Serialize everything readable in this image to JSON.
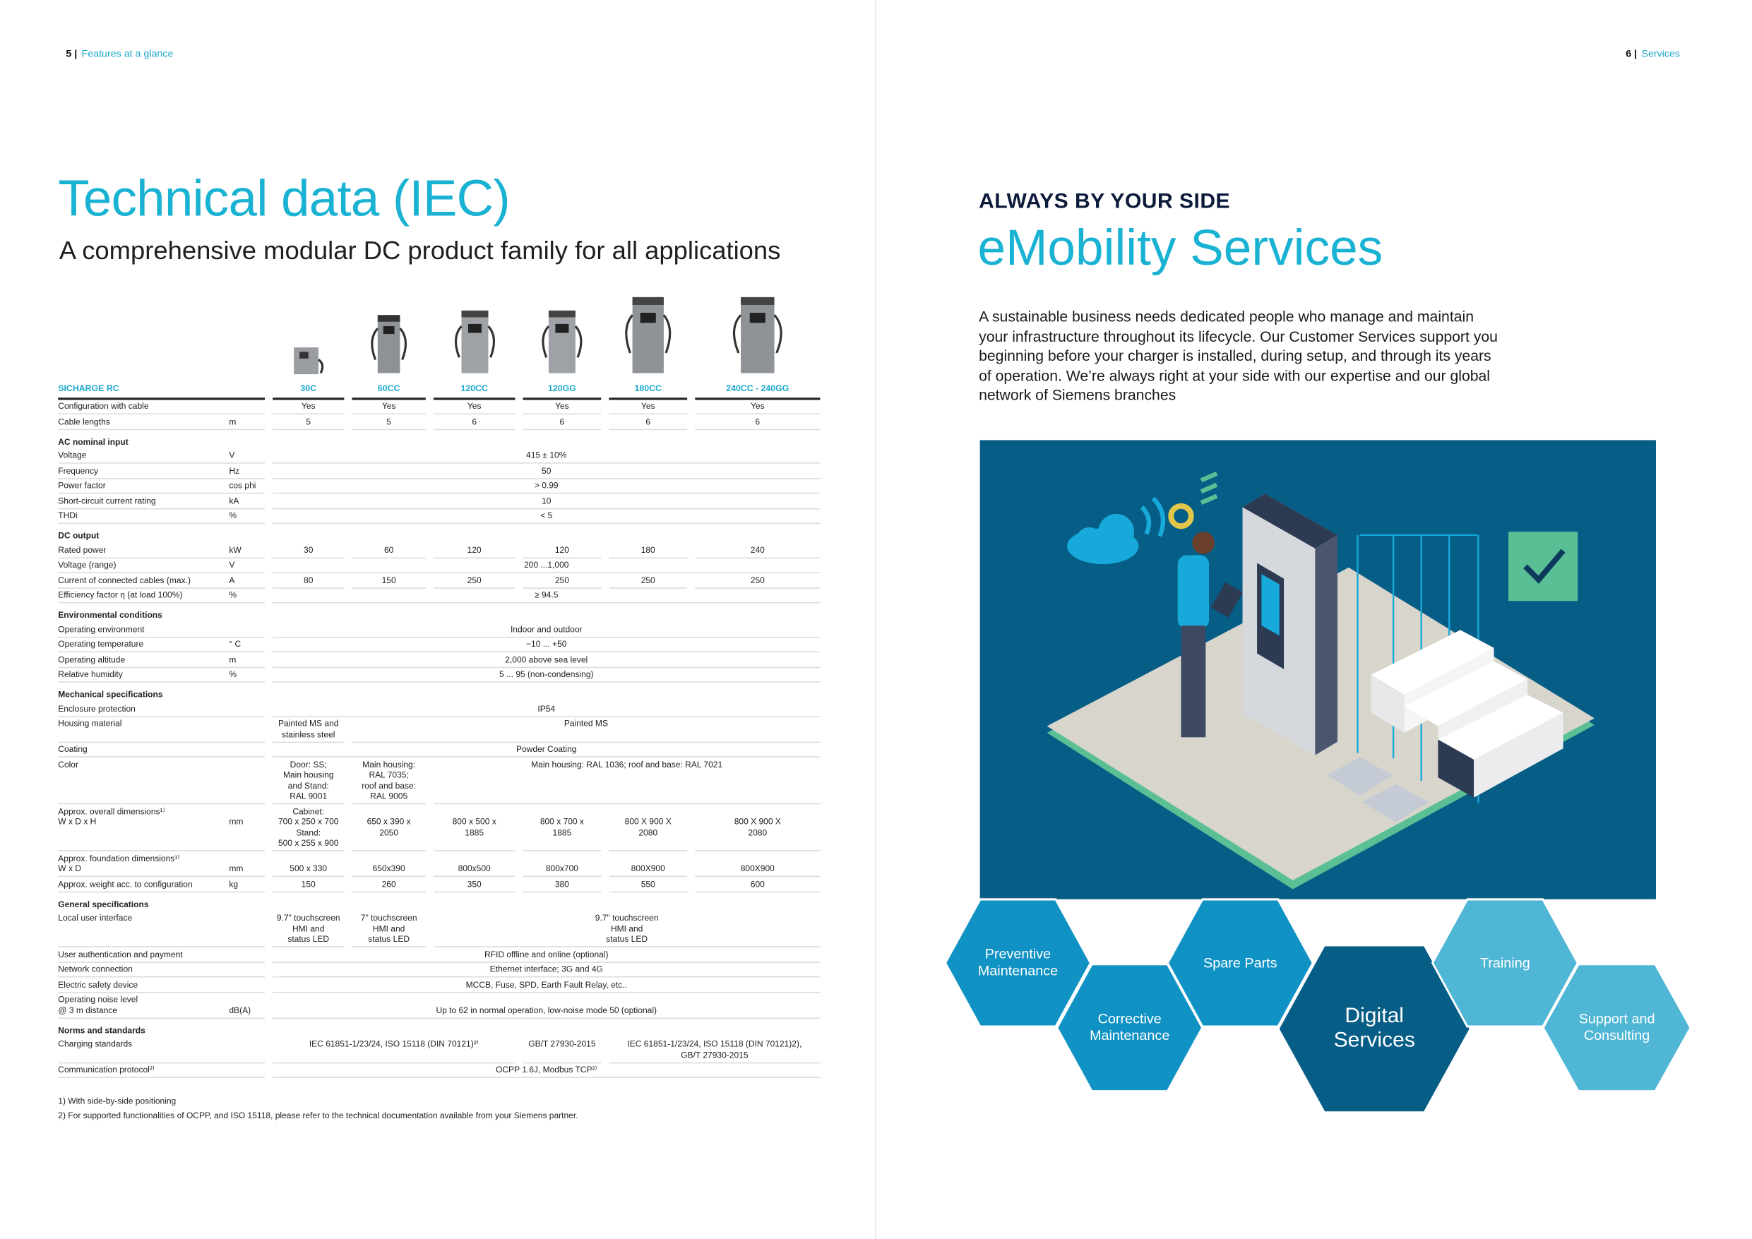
{
  "left_page": {
    "page_number": "5 |",
    "section": "Features at a glance",
    "title": "Technical data (IEC)",
    "subtitle": "A comprehensive modular DC product family for all applications",
    "table": {
      "product_line": "SICHARGE RC",
      "models": [
        "30C",
        "60CC",
        "120CC",
        "120GG",
        "180CC",
        "240CC - 240GG"
      ],
      "rows": [
        {
          "label": "Configuration with cable",
          "unit": "",
          "cells": [
            [
              "Yes",
              1
            ],
            [
              "Yes",
              1
            ],
            [
              "Yes",
              1
            ],
            [
              "Yes",
              1
            ],
            [
              "Yes",
              1
            ],
            [
              "Yes",
              1
            ]
          ]
        },
        {
          "label": "Cable lengths",
          "unit": "m",
          "cells": [
            [
              "5",
              1
            ],
            [
              "5",
              1
            ],
            [
              "6",
              1
            ],
            [
              "6",
              1
            ],
            [
              "6",
              1
            ],
            [
              "6",
              1
            ]
          ]
        },
        {
          "section": "AC nominal input"
        },
        {
          "label": "Voltage",
          "unit": "V",
          "cells": [
            [
              "415 ± 10%",
              6
            ]
          ]
        },
        {
          "label": "Frequency",
          "unit": "Hz",
          "cells": [
            [
              "50",
              6
            ]
          ]
        },
        {
          "label": "Power factor",
          "unit": "cos phi",
          "cells": [
            [
              "> 0.99",
              6
            ]
          ]
        },
        {
          "label": "Short-circuit current rating",
          "unit": "kA",
          "cells": [
            [
              "10",
              6
            ]
          ]
        },
        {
          "label": "THDi",
          "unit": "%",
          "cells": [
            [
              "< 5",
              6
            ]
          ]
        },
        {
          "section": "DC output"
        },
        {
          "label": "Rated power",
          "unit": "kW",
          "cells": [
            [
              "30",
              1
            ],
            [
              "60",
              1
            ],
            [
              "120",
              1
            ],
            [
              "120",
              1
            ],
            [
              "180",
              1
            ],
            [
              "240",
              1
            ]
          ]
        },
        {
          "label": "Voltage (range)",
          "unit": "V",
          "cells": [
            [
              "200 ...1,000",
              6
            ]
          ]
        },
        {
          "label": "Current of connected cables (max.)",
          "unit": "A",
          "cells": [
            [
              "80",
              1
            ],
            [
              "150",
              1
            ],
            [
              "250",
              1
            ],
            [
              "250",
              1
            ],
            [
              "250",
              1
            ],
            [
              "250",
              1
            ]
          ]
        },
        {
          "label": "Efficiency factor η (at load 100%)",
          "unit": "%",
          "cells": [
            [
              "≥ 94.5",
              6
            ]
          ]
        },
        {
          "section": "Environmental conditions"
        },
        {
          "label": "Operating environment",
          "unit": "",
          "cells": [
            [
              "Indoor and outdoor",
              6
            ]
          ]
        },
        {
          "label": "Operating temperature",
          "unit": "° C",
          "cells": [
            [
              "−10 ... +50",
              6
            ]
          ]
        },
        {
          "label": "Operating altitude",
          "unit": "m",
          "cells": [
            [
              "2,000 above sea level",
              6
            ]
          ]
        },
        {
          "label": "Relative humidity",
          "unit": "%",
          "cells": [
            [
              "5 ... 95 (non-condensing)",
              6
            ]
          ]
        },
        {
          "section": "Mechanical specifications"
        },
        {
          "label": "Enclosure protection",
          "unit": "",
          "cells": [
            [
              "IP54",
              6
            ]
          ]
        },
        {
          "label": "Housing material",
          "unit": "",
          "cells": [
            [
              "Painted MS and\nstainless steel",
              1
            ],
            [
              "Painted MS",
              5
            ]
          ]
        },
        {
          "label": "Coating",
          "unit": "",
          "cells": [
            [
              "Powder Coating",
              6
            ]
          ]
        },
        {
          "label": "Color",
          "unit": "",
          "cells": [
            [
              "Door: SS;\nMain housing\nand Stand:\nRAL 9001",
              1
            ],
            [
              "Main housing:\nRAL 7035;\nroof and base:\nRAL 9005",
              1
            ],
            [
              "Main housing: RAL 1036; roof and base: RAL 7021",
              4
            ]
          ]
        },
        {
          "label": "Approx. overall dimensions¹⁾\nW x D x H",
          "unit": "mm",
          "cells": [
            [
              "Cabinet:\n700 x 250 x 700\nStand:\n500 x 255 x 900",
              1
            ],
            [
              "\n650 x 390 x\n2050",
              1
            ],
            [
              "\n800 x 500 x\n1885",
              1
            ],
            [
              "\n800 x 700 x\n1885",
              1
            ],
            [
              "\n800 X 900 X\n2080",
              1
            ],
            [
              "\n800 X 900 X\n2080",
              1
            ]
          ]
        },
        {
          "label": "Approx. foundation dimensions¹⁾\nW x D",
          "unit": "mm",
          "cells": [
            [
              "\n500 x 330",
              1
            ],
            [
              "\n650x390",
              1
            ],
            [
              "\n800x500",
              1
            ],
            [
              "\n800x700",
              1
            ],
            [
              "\n800X900",
              1
            ],
            [
              "\n800X900",
              1
            ]
          ]
        },
        {
          "label": "Approx. weight acc. to configuration",
          "unit": "kg",
          "cells": [
            [
              "150",
              1
            ],
            [
              "260",
              1
            ],
            [
              "350",
              1
            ],
            [
              "380",
              1
            ],
            [
              "550",
              1
            ],
            [
              "600",
              1
            ]
          ]
        },
        {
          "section": "General specifications"
        },
        {
          "label": "Local user interface",
          "unit": "",
          "cells": [
            [
              "9.7\" touchscreen\nHMI and\nstatus LED",
              1
            ],
            [
              "7\" touchscreen\nHMI and\nstatus LED",
              1
            ],
            [
              "9.7\" touchscreen\nHMI and\nstatus LED",
              4
            ]
          ]
        },
        {
          "label": "User authentication and payment",
          "unit": "",
          "cells": [
            [
              "RFID offline and online (optional)",
              6
            ]
          ]
        },
        {
          "label": "Network connection",
          "unit": "",
          "cells": [
            [
              "Ethernet interface; 3G and 4G",
              6
            ]
          ]
        },
        {
          "label": "Electric safety device",
          "unit": "",
          "cells": [
            [
              "MCCB, Fuse, SPD, Earth Fault Relay, etc..",
              6
            ]
          ]
        },
        {
          "label": "Operating noise level\n@ 3 m distance",
          "unit": "dB(A)",
          "cells": [
            [
              "\nUp to 62 in normal operation, low-noise mode 50 (optional)",
              6
            ]
          ]
        },
        {
          "section": "Norms and standards"
        },
        {
          "label": "Charging standards",
          "unit": "",
          "cells": [
            [
              "IEC 61851-1/23/24, ISO 15118 (DIN 70121)²⁾",
              3
            ],
            [
              "GB/T 27930-2015",
              1
            ],
            [
              "IEC 61851-1/23/24, ISO 15118 (DIN 70121)2),\nGB/T 27930-2015",
              2
            ]
          ]
        },
        {
          "label": "Communication protocol²⁾",
          "unit": "",
          "cells": [
            [
              "OCPP 1.6J, Modbus TCP²⁾",
              6
            ]
          ]
        }
      ]
    },
    "footnotes": [
      "1)  With side-by-side positioning",
      "2)  For supported functionalities of OCPP, and ISO 15118, please refer to the technical documentation available from your Siemens partner."
    ]
  },
  "right_page": {
    "page_number": "6 |",
    "section": "Services",
    "kicker": "ALWAYS BY YOUR SIDE",
    "title": "eMobility Services",
    "paragraph": "A sustainable business needs dedicated people who manage and maintain your infrastructure throughout its lifecycle. Our Customer Services support you beginning before your charger is installed, during setup, and through its years of operation. We’re always right at your side with our expertise and our global network of Siemens branches",
    "services": [
      "Preventive\nMaintenance",
      "Corrective\nMaintenance",
      "Spare Parts",
      "Digital\nServices",
      "Training",
      "Support and\nConsulting"
    ]
  },
  "colors": {
    "accent": "#19b2d3",
    "navy": "#065d86",
    "mid_blue": "#1192c4",
    "light_blue": "#4fb6d6",
    "check_green": "#5bbf95"
  }
}
